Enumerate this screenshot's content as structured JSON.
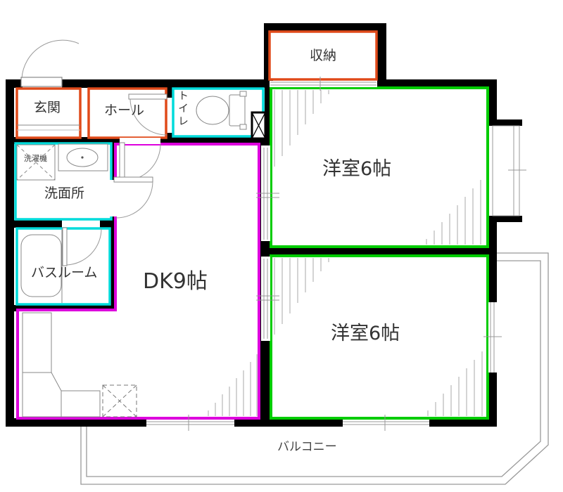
{
  "floorplan": {
    "type": "apartment-floor-plan",
    "rooms": {
      "genkan": {
        "label": "玄関"
      },
      "hall": {
        "label": "ホール"
      },
      "toilet": {
        "label": "トイレ"
      },
      "storage": {
        "label": "収納"
      },
      "western_room_top": {
        "label": "洋室6帖"
      },
      "western_room_bottom": {
        "label": "洋室6帖"
      },
      "dining_kitchen": {
        "label": "DK9帖"
      },
      "washroom": {
        "label": "洗面所"
      },
      "washing_machine": {
        "label": "洗濯機"
      },
      "bathroom": {
        "label": "バスルーム"
      },
      "balcony": {
        "label": "バルコニー"
      }
    },
    "colors": {
      "wall": "#000000",
      "entrance_zone_border": "#e04a1a",
      "wet_area_border": "#00dbdb",
      "bedroom_border": "#00cc00",
      "dk_border": "#dd00dd",
      "fixture_line": "#888888",
      "hatch_line": "#aaaaaa",
      "balcony_line": "#999999"
    }
  }
}
